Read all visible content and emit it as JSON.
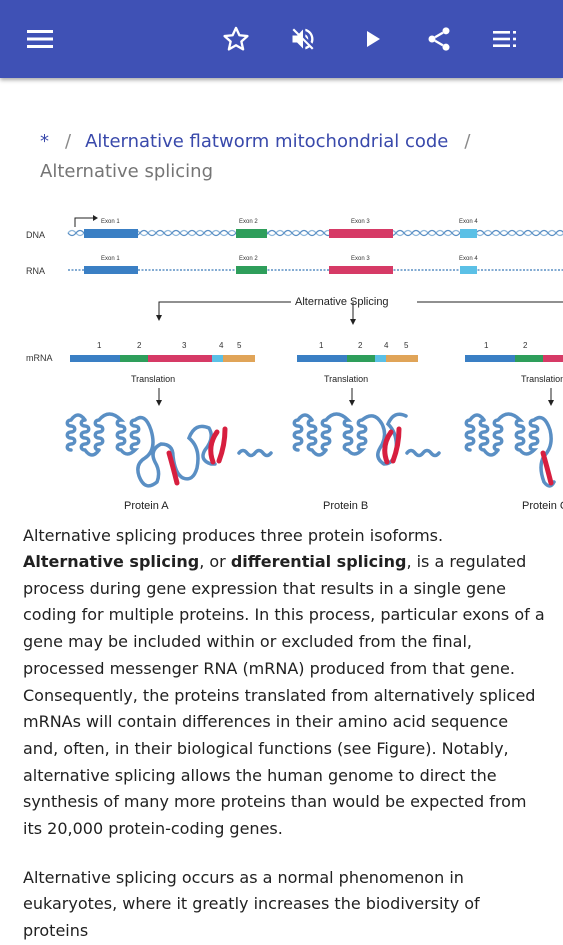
{
  "toolbar": {
    "menu_icon": "menu-icon",
    "star_icon": "star-outline-icon",
    "mute_icon": "volume-off-icon",
    "play_icon": "play-icon",
    "share_icon": "share-icon",
    "contents_icon": "table-of-contents-icon",
    "bar_color": "#3f51b5"
  },
  "breadcrumb": {
    "home": "*",
    "separator": "/",
    "parent": "Alternative flatworm mitochondrial code",
    "current": "Alternative splicing"
  },
  "figure": {
    "dna_label": "DNA",
    "rna_label": "RNA",
    "mrna_label": "mRNA",
    "exons": [
      "Exon 1",
      "Exon 2",
      "Exon 3",
      "Exon 4"
    ],
    "alt_splicing": "Alternative Splicing",
    "translation": "Translation",
    "numbers": [
      "1",
      "2",
      "3",
      "4",
      "5"
    ],
    "protein_a": "Protein A",
    "protein_b": "Protein B",
    "protein_c": "Protein C",
    "colors": {
      "exon1": "#3a7fc4",
      "exon2": "#2e9e5b",
      "exon3": "#d63a66",
      "exon4": "#5bc0e6",
      "exon5": "#e0a458",
      "highlight": "#d71f3f"
    }
  },
  "caption": "Alternative splicing produces three protein isoforms.",
  "article": {
    "p1_term1": "Alternative splicing",
    "p1_mid": ", or ",
    "p1_term2": "differential splicing",
    "p1_rest": ", is a regulated process during gene expression that results in a single gene coding for multiple proteins. In this process, particular exons of a gene may be included within or excluded from the final, processed messenger RNA (mRNA) produced from that gene. Consequently, the proteins translated from alternatively spliced mRNAs will contain differences in their amino acid sequence and, often, in their biological functions (see Figure). Notably, alternative splicing allows the human genome to direct the synthesis of many more proteins than would be expected from its 20,000 protein-coding genes.",
    "p2": "Alternative splicing occurs as a normal phenomenon in eukaryotes, where it greatly increases the biodiversity of proteins"
  }
}
